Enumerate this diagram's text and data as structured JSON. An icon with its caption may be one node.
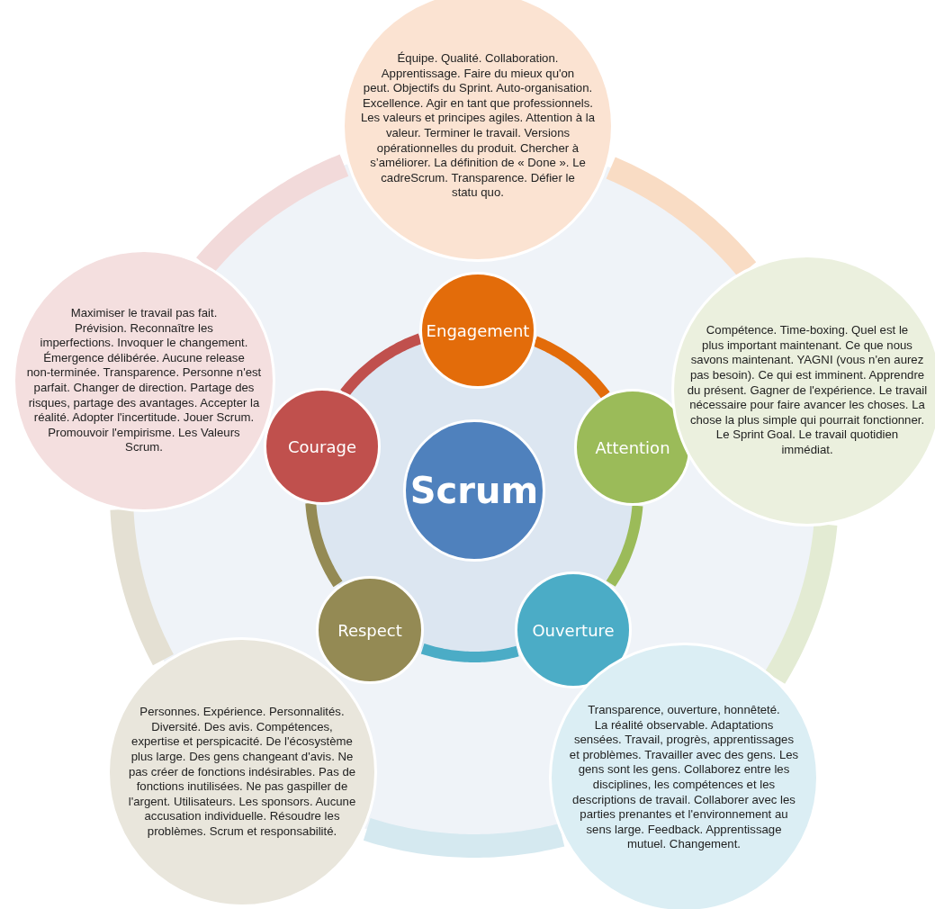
{
  "diagram": {
    "nodes": [
      {
        "text": [
          "Scrum"
        ]
      },
      {
        "text": [
          "Engagement"
        ]
      },
      {
        "text": [
          "Attention"
        ]
      },
      {
        "text": [
          "Ouverture"
        ]
      },
      {
        "text": [
          "Respect"
        ]
      },
      {
        "text": [
          "Courage"
        ]
      },
      {
        "text": [
          "Équipe. Qualité. Collaboration. Apprentissage. Faire du mieux qu'on peut. Objectifs du Sprint. Auto-organisation. Excellence. Agir en tant que professionnels. Les valeurs et principes agiles. Attention à la valeur. Terminer le travail. Versions opérationnelles du produit. Chercher à s’améliorer. La définition de « Done ». Le cadreScrum. Transparence. Défier le statu quo."
        ]
      },
      {
        "text": [
          "Compétence. Time-boxing. Quel est le plus important maintenant. Ce que nous savons maintenant. YAGNI (vous n'en aurez pas besoin). Ce qui est imminent. Apprendre du présent. Gagner de l'expérience. Le travail nécessaire pour faire avancer les choses. La chose la plus simple qui pourrait fonctionner. Le Sprint Goal. Le travail quotidien immédiat."
        ]
      },
      {
        "text": [
          "Transparence, ouverture, honnêteté. La réalité observable. Adaptations sensées. Travail, progrès, apprentissages et problèmes. Travailler avec des gens. Les gens sont les gens. Collaborez entre les disciplines, les compétences et les descriptions de travail. Collaborer avec les parties prenantes et l'environnement au sens large. Feedback. Apprentissage mutuel. Changement."
        ]
      },
      {
        "text": [
          "Personnes. Expérience. Personnalités. Diversité. Des avis. Compétences, expertise et perspicacité. De l'écosystème plus large. Des gens changeant d'avis. Ne pas créer de fonctions indésirables. Pas de fonctions inutilisées. Ne pas gaspiller de l'argent. Utilisateurs. Les sponsors. Aucune accusation individuelle. Résoudre les problèmes. Scrum et responsabilité."
        ]
      },
      {
        "text": [
          "Maximiser le travail pas fait. Prévision. Reconnaître les imperfections. Invoquer le changement. Émergence délibérée. Aucune release non-terminée. Transparence. Personne n'est parfait. Changer de direction. Partage des risques, partage des avantages. Accepter la réalité. Adopter l'incertitude. Jouer Scrum. Promouvoir l'empirisme. Les Valeurs Scrum."
        ]
      }
    ],
    "edges": [
      {
        "from": 1,
        "to": 2,
        "arrow": "none",
        "color": "#e36c0a"
      },
      {
        "from": 2,
        "to": 3,
        "arrow": "none",
        "color": "#9bbb59"
      },
      {
        "from": 3,
        "to": 4,
        "arrow": "none",
        "color": "#4bacc6"
      },
      {
        "from": 4,
        "to": 5,
        "arrow": "none",
        "color": "#948a54"
      },
      {
        "from": 5,
        "to": 1,
        "arrow": "none",
        "color": "#c0504d"
      },
      {
        "from": 6,
        "to": 7,
        "arrow": "none",
        "style": "thick",
        "color": "#f9dcc4"
      },
      {
        "from": 7,
        "to": 8,
        "arrow": "none",
        "style": "thick",
        "color": "#e3ebd3"
      },
      {
        "from": 8,
        "to": 9,
        "arrow": "none",
        "style": "thick",
        "color": "#d5e9f0"
      },
      {
        "from": 9,
        "to": 10,
        "arrow": "none",
        "style": "thick",
        "color": "#e4e0d3"
      },
      {
        "from": 10,
        "to": 6,
        "arrow": "none",
        "style": "thick",
        "color": "#f2dada"
      }
    ]
  }
}
